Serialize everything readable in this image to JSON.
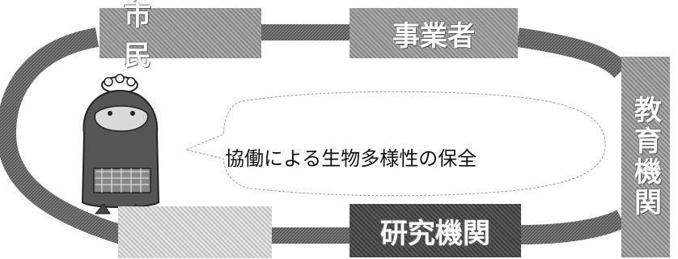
{
  "diagram": {
    "stakeholders": {
      "citizens": "市　民",
      "business": "事業者",
      "education": "教育機関",
      "research": "研究機関",
      "administration": ""
    },
    "center_message": "協働による生物多様性の保全",
    "mascot": "kappa-mascot"
  }
}
